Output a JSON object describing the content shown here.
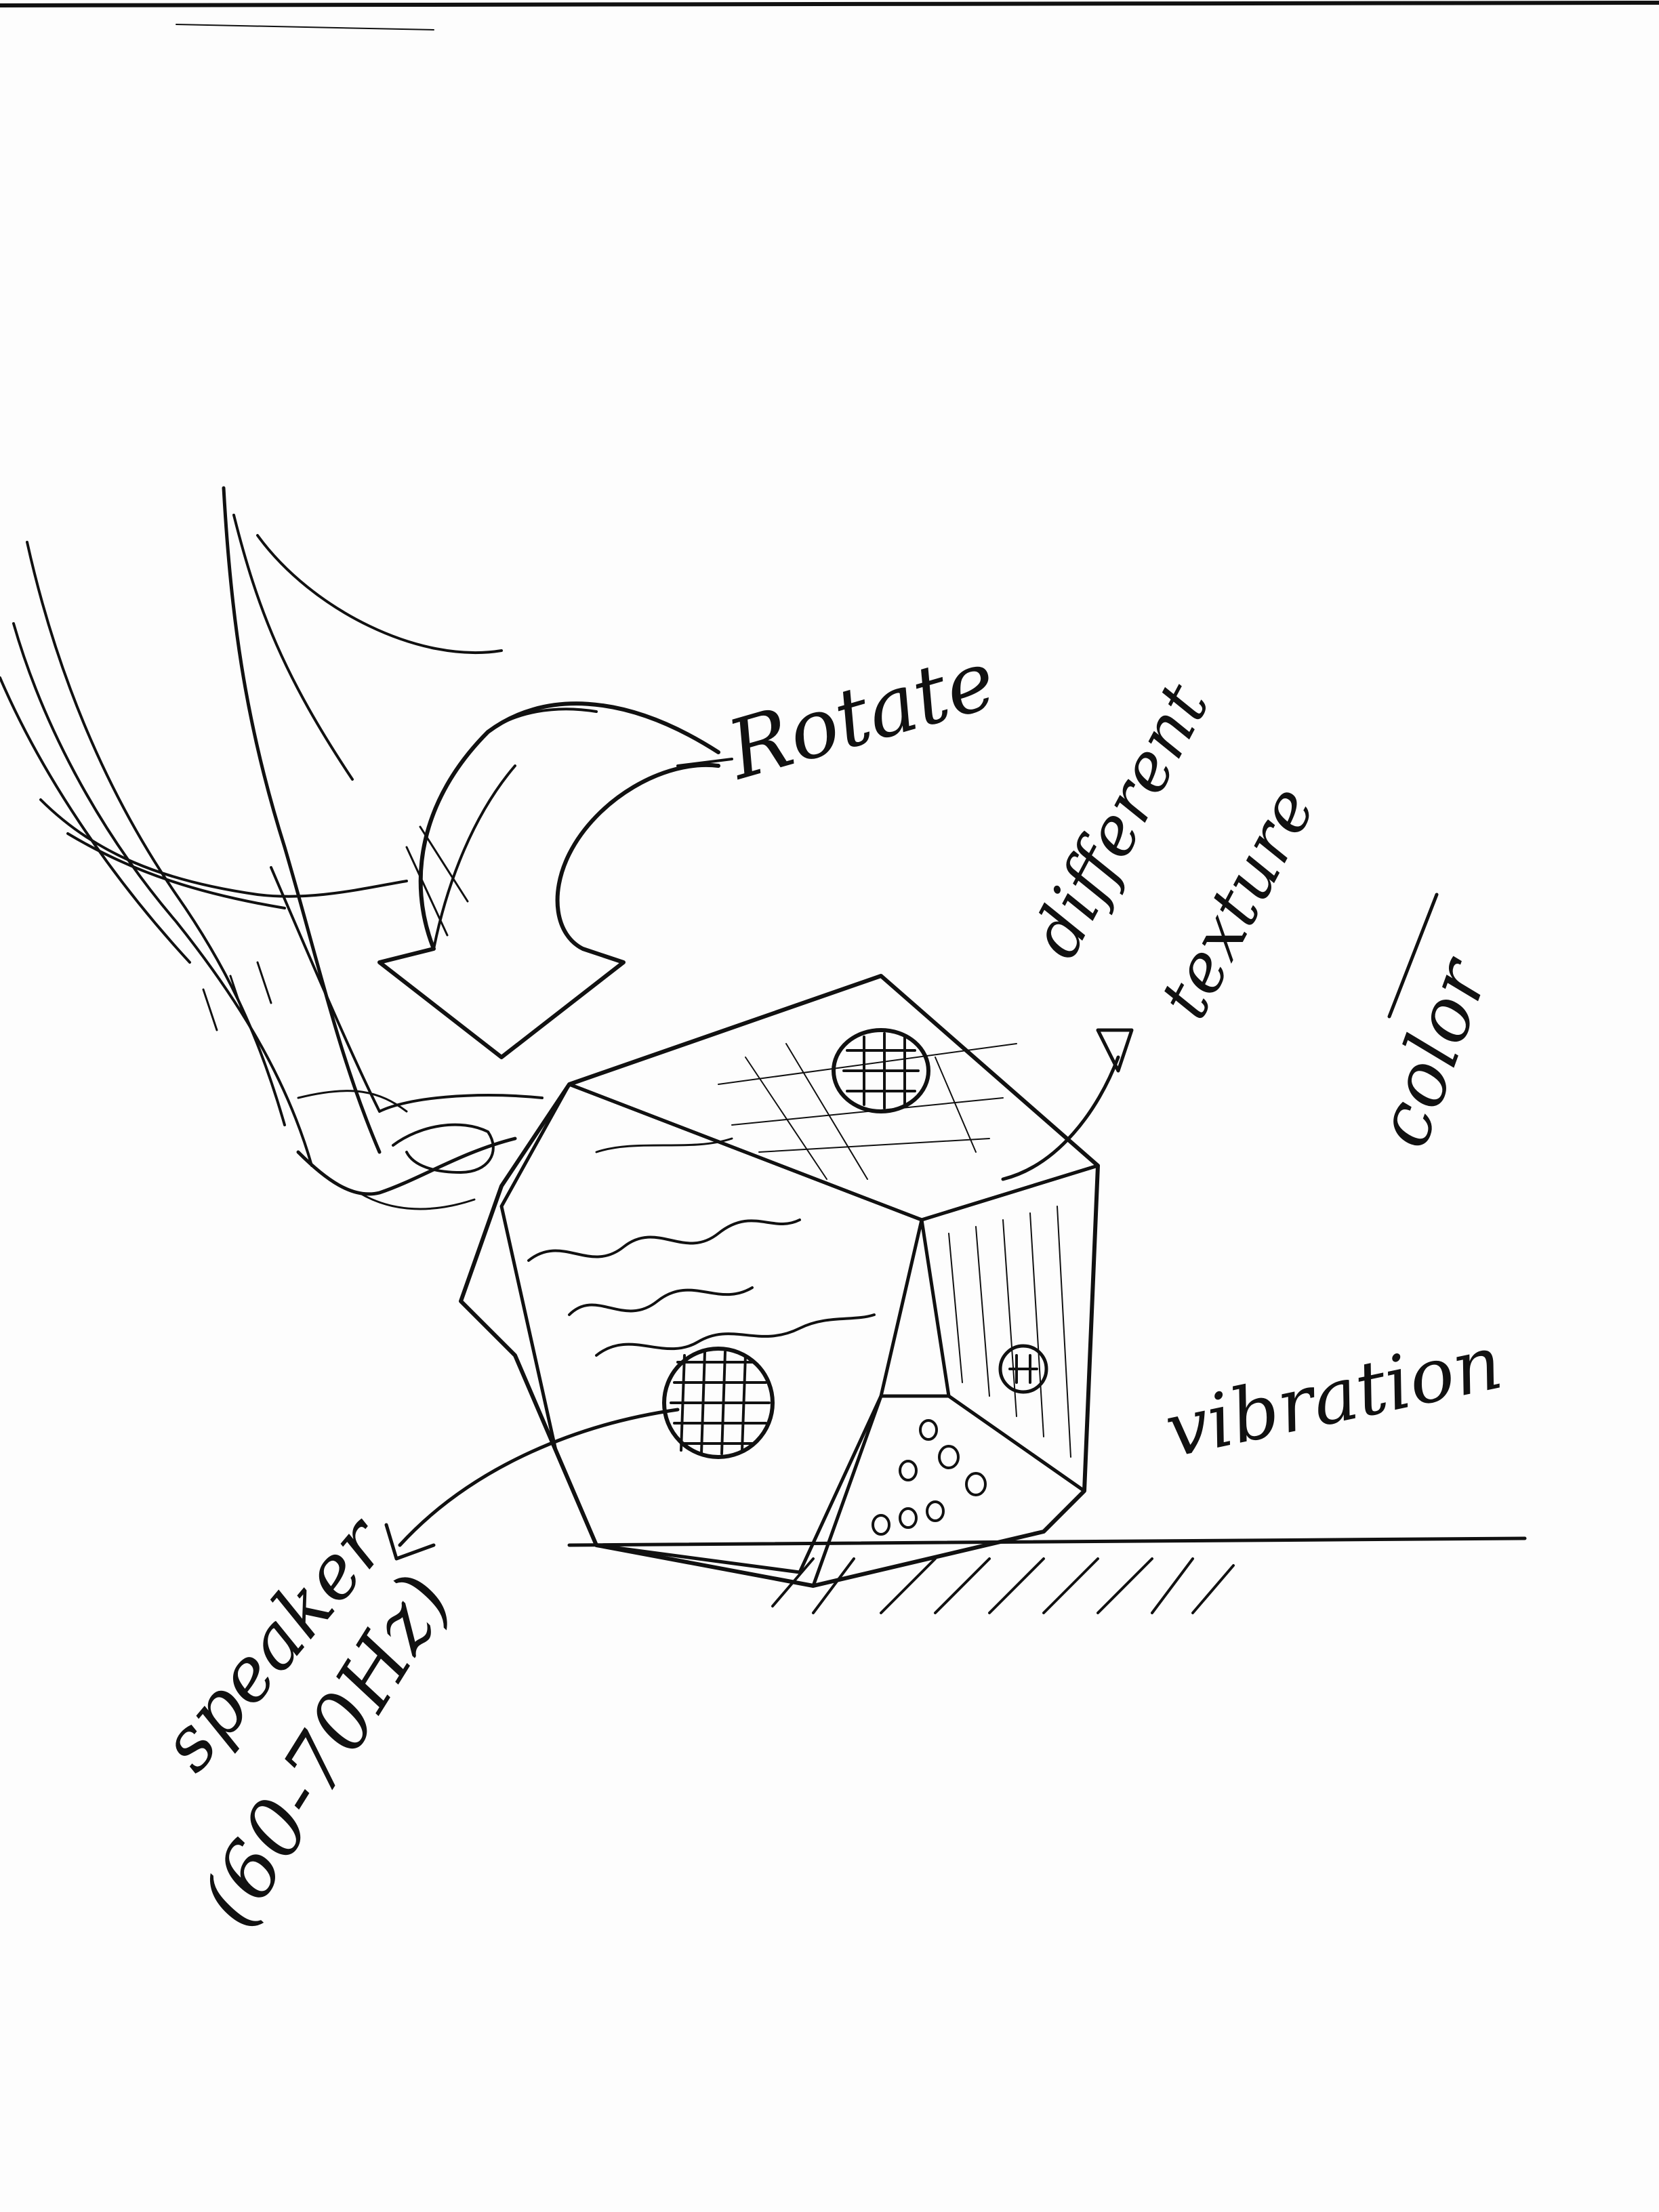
{
  "sketch": {
    "labels": {
      "rotate": "Rotate",
      "texture_line1": "different",
      "texture_line2": "texture",
      "texture_line3": "color",
      "vibration": "vibration",
      "speaker_line1": "speaker",
      "speaker_line2": "(60-70Hz)"
    },
    "ink_color": "#111111",
    "paper_color": "#fdfdfd"
  }
}
